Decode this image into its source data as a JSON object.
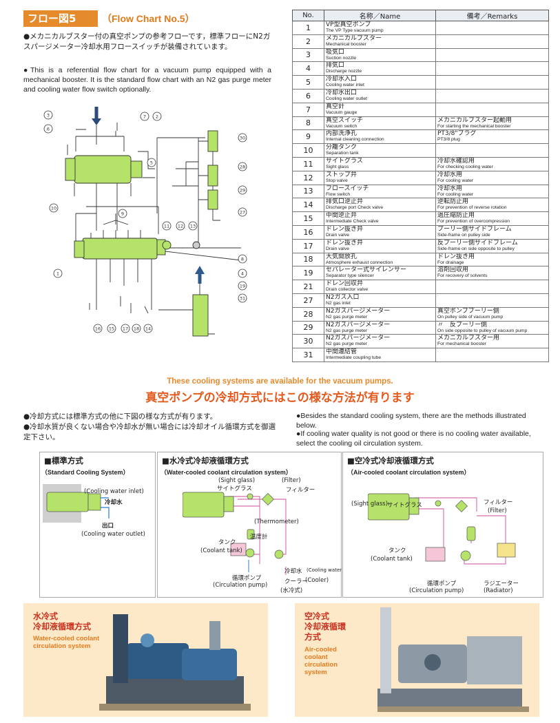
{
  "header": {
    "title_jp": "フロー図5",
    "title_en": "（Flow Chart No.5）"
  },
  "intro": {
    "jp": "●メカニカルブスター付の真空ポンプの参考フローです，標準フローにN2ガスパージメーター冷却水用フロースイッチが装備されています。",
    "en": "●This is a referential flow chart for a vacuum pump equipped with a mechanical booster. It is the standard flow chart with an N2 gas purge meter and cooling water flow switch optionally."
  },
  "diagram_labels": [
    "3",
    "6",
    "7",
    "2",
    "30",
    "5",
    "28",
    "29",
    "27",
    "10",
    "9",
    "11",
    "12",
    "13",
    "1",
    "4",
    "8",
    "19",
    "31",
    "16",
    "15",
    "17",
    "18",
    "14"
  ],
  "table": {
    "headers": [
      "No.",
      "名称／Name",
      "備考／Remarks"
    ],
    "rows": [
      {
        "no": "1",
        "name_jp": "VP型真空ポンプ",
        "name_en": "The VP Type vacuum pump",
        "rem_jp": "",
        "rem_en": ""
      },
      {
        "no": "2",
        "name_jp": "メカニカルブスター",
        "name_en": "Mechanical booster",
        "rem_jp": "",
        "rem_en": ""
      },
      {
        "no": "3",
        "name_jp": "吸気口",
        "name_en": "Suction nozzle",
        "rem_jp": "",
        "rem_en": ""
      },
      {
        "no": "4",
        "name_jp": "排気口",
        "name_en": "Discharge nozzle",
        "rem_jp": "",
        "rem_en": ""
      },
      {
        "no": "5",
        "name_jp": "冷却水入口",
        "name_en": "Cooling water inlet",
        "rem_jp": "",
        "rem_en": ""
      },
      {
        "no": "6",
        "name_jp": "冷却水出口",
        "name_en": "Cooling water outlet",
        "rem_jp": "",
        "rem_en": ""
      },
      {
        "no": "7",
        "name_jp": "真空計",
        "name_en": "Vacuum gauge",
        "rem_jp": "",
        "rem_en": ""
      },
      {
        "no": "8",
        "name_jp": "真空スイッチ",
        "name_en": "Vacuum switch",
        "rem_jp": "メカニカルブスター起動用",
        "rem_en": "For starting the mechanical booster"
      },
      {
        "no": "9",
        "name_jp": "内部洗浄孔",
        "name_en": "Internal cleaning connection",
        "rem_jp": "PT3/8\"プラグ",
        "rem_en": "PT3/8 plug"
      },
      {
        "no": "10",
        "name_jp": "分離タンク",
        "name_en": "Separation tank",
        "rem_jp": "",
        "rem_en": ""
      },
      {
        "no": "11",
        "name_jp": "サイトグラス",
        "name_en": "Sight glass",
        "rem_jp": "冷却水確認用",
        "rem_en": "For checking cooling water"
      },
      {
        "no": "12",
        "name_jp": "ストップ弁",
        "name_en": "Stop valve",
        "rem_jp": "冷却水用",
        "rem_en": "For cooling water"
      },
      {
        "no": "13",
        "name_jp": "フロースイッチ",
        "name_en": "Flow switch",
        "rem_jp": "冷却水用",
        "rem_en": "For cooling water"
      },
      {
        "no": "14",
        "name_jp": "排気口逆止弁",
        "name_en": "Discharge port Check valve",
        "rem_jp": "逆転防止用",
        "rem_en": "For prevention of reverse rotation"
      },
      {
        "no": "15",
        "name_jp": "中間逆止弁",
        "name_en": "Intermediate Check valve",
        "rem_jp": "過圧縮防止用",
        "rem_en": "For prevention of overcompression"
      },
      {
        "no": "16",
        "name_jp": "ドレン抜き弁",
        "name_en": "Drain valve",
        "rem_jp": "プーリー側サイドフレーム",
        "rem_en": "Side-frame on pulley side"
      },
      {
        "no": "17",
        "name_jp": "ドレン抜き弁",
        "name_en": "Drain valve",
        "rem_jp": "反プーリー側サイドフレーム",
        "rem_en": "Side-frame on side opposite to pulley"
      },
      {
        "no": "18",
        "name_jp": "大気開放孔",
        "name_en": "Atmosphere exhaust connection",
        "rem_jp": "ドレン抜き用",
        "rem_en": "For drainage"
      },
      {
        "no": "19",
        "name_jp": "セパレーター式サイレンサー",
        "name_en": "Separator type silencer",
        "rem_jp": "溶剤回収用",
        "rem_en": "For recovery of solvents"
      },
      {
        "no": "21",
        "name_jp": "ドレン回収弁",
        "name_en": "Drain collector valve",
        "rem_jp": "",
        "rem_en": ""
      },
      {
        "no": "27",
        "name_jp": "N2ガス入口",
        "name_en": "N2 gas inlet",
        "rem_jp": "",
        "rem_en": ""
      },
      {
        "no": "28",
        "name_jp": "N2ガスパージメーター",
        "name_en": "N2 gas purge meter",
        "rem_jp": "真空ポンププーリー側",
        "rem_en": "On pulley side of vacuum pump"
      },
      {
        "no": "29",
        "name_jp": "N2ガスパージメーター",
        "name_en": "N2 gas purge meter",
        "rem_jp": "〃　反プーリー側",
        "rem_en": "On side opposite to pulley of vacuum pump"
      },
      {
        "no": "30",
        "name_jp": "N2ガスパージメーター",
        "name_en": "N2 gas purge meter",
        "rem_jp": "メカニカルブスター用",
        "rem_en": "For mechanical booster"
      },
      {
        "no": "31",
        "name_jp": "中間連結管",
        "name_en": "Intermediate coupling tube",
        "rem_jp": "",
        "rem_en": ""
      }
    ]
  },
  "cooling": {
    "heading_en": "These cooling systems are available for the vacuum pumps.",
    "heading_jp": "真空ポンプの冷却方式にはこの様な方法が有ります",
    "jp_notes": [
      "●冷却方式には標準方式の他に下図の様な方式が有ります。",
      "●冷却水質が良くない場合や冷却水が無い場合には冷却オイル循環方式を御選定下さい。"
    ],
    "en_notes": [
      "●Besides the standard cooling system, there are the methods illustrated below.",
      "●If cooling water quality is not good or there is no cooling water available, select the cooling oil circulation system."
    ]
  },
  "panels": {
    "standard": {
      "title": "■標準方式",
      "subtitle": "（Standard Cooling System）",
      "inlet_en": "(Cooling water inlet)",
      "inlet_jp": "冷却水",
      "outlet_jp": "出口",
      "outlet_en": "(Cooling water outlet)"
    },
    "water": {
      "title": "■水冷式冷却液循環方式",
      "subtitle": "（Water-cooled coolant circulation system）",
      "sight_en": "(Sight glass)",
      "sight_jp": "サイトグラス",
      "filter_en": "(Filter)",
      "filter_jp": "フィルター",
      "thermo_en": "(Thermometer)",
      "thermo_jp": "温度計",
      "tank_jp": "タンク",
      "tank_en": "(Coolant tank)",
      "pump_jp": "循環ポンプ",
      "pump_en": "(Circulation pump)",
      "cw_jp": "冷却水",
      "cw_en": "(Cooling water)",
      "cooler_jp": "クーラー",
      "cooler_en": "(Cooler)",
      "cooler_type": "(水冷式)"
    },
    "air": {
      "title": "■空冷式冷却液循環方式",
      "subtitle": "（Air-cooled coolant circulation system）",
      "sight_en": "(Sight glass)",
      "sight_jp": "サイトグラス",
      "filter_jp": "フィルター",
      "filter_en": "(Filter)",
      "tank_jp": "タンク",
      "tank_en": "(Coolant tank)",
      "pump_jp": "循環ポンプ",
      "pump_en": "(Circulation pump)",
      "radiator_jp": "ラジエーター",
      "radiator_en": "(Radiator)"
    }
  },
  "photos": {
    "water": {
      "t1": "水冷式",
      "t2": "冷却液循環方式",
      "e1": "Water-cooled coolant",
      "e2": "circulation system"
    },
    "air": {
      "t1": "空冷式",
      "t2": "冷却液循環",
      "t3": "方式",
      "e1": "Air-cooled",
      "e2": "coolant",
      "e3": "circulation",
      "e4": "system"
    }
  },
  "colors": {
    "accent_orange": "#e58b2c",
    "heading_red": "#e35a1e",
    "pump_green": "#b5e36a",
    "photo_bg": "#fde8c8"
  }
}
